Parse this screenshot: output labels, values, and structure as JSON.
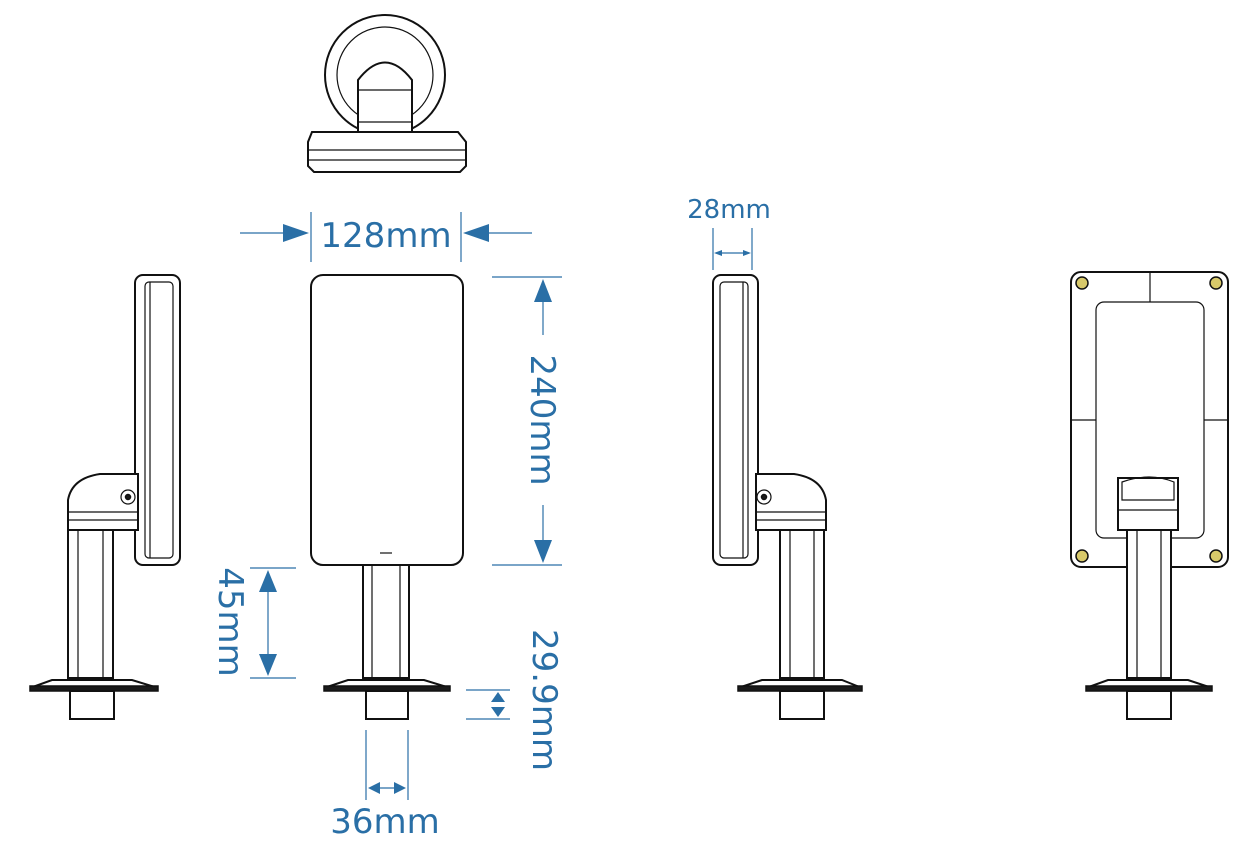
{
  "colors": {
    "dimension": "#2a6fa6",
    "outline": "#111111",
    "screw": "#d8c96a"
  },
  "dimensions": {
    "width": "128mm",
    "height": "240mm",
    "depth": "28mm",
    "pole_height": "45mm",
    "base_height": "29.9mm",
    "pole_diameter": "36mm"
  },
  "views": [
    "top-view",
    "left-side-view",
    "front-view",
    "right-side-view",
    "back-view"
  ]
}
